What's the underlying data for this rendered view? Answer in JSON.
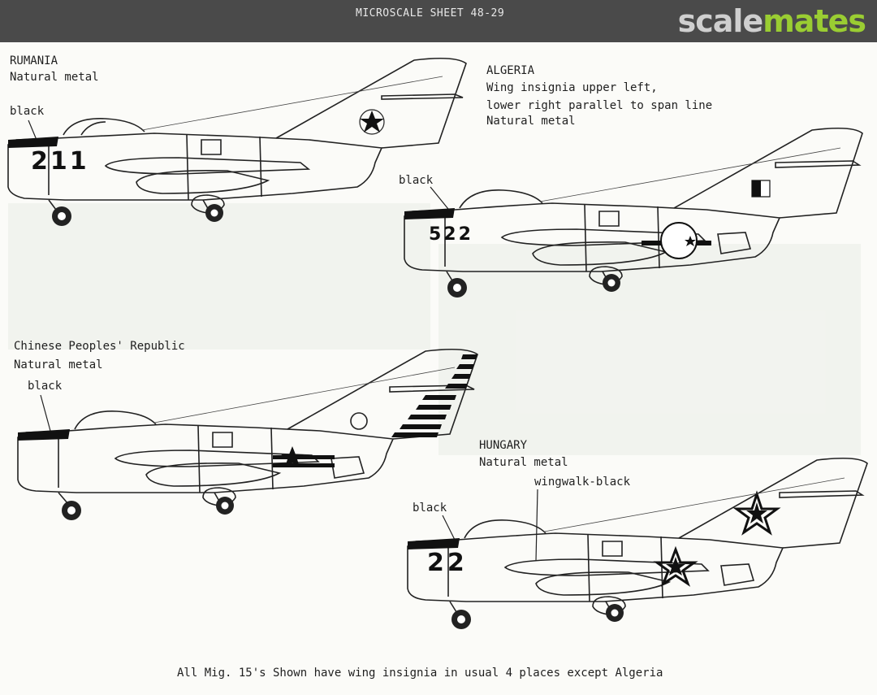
{
  "header": {
    "sheet_title": "MICROSCALE SHEET 48-29",
    "brand_part1": "scale",
    "brand_part2": "mates"
  },
  "aircraft": {
    "rumania": {
      "country": "RUMANIA",
      "finish": "Natural metal",
      "callout": "black",
      "number": "211"
    },
    "algeria": {
      "country": "ALGERIA",
      "note1": "Wing insignia upper left,",
      "note2": "lower right parallel to span line",
      "finish": "Natural metal",
      "callout": "black",
      "number": "522"
    },
    "china": {
      "country": "Chinese Peoples' Republic",
      "finish": "Natural metal",
      "callout": "black"
    },
    "hungary": {
      "country": "HUNGARY",
      "finish": "Natural metal",
      "callout2": "wingwalk-black",
      "callout": "black",
      "number": "22"
    }
  },
  "footer": {
    "note": "All Mig. 15's Shown have wing insignia in usual 4 places except Algeria"
  }
}
